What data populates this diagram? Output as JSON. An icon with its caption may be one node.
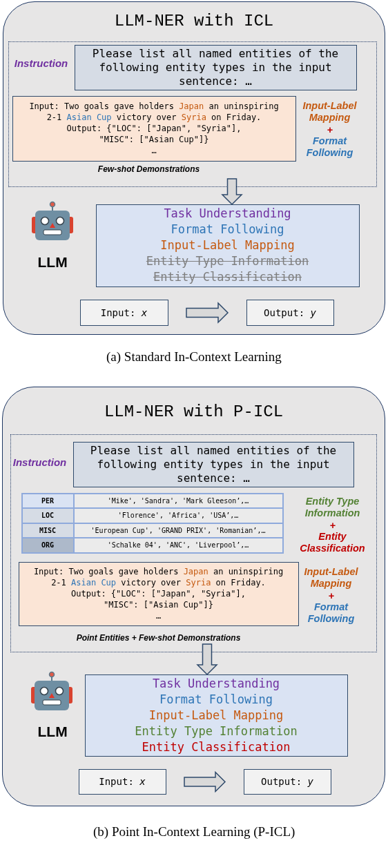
{
  "diagram": {
    "nodes": [
      {
        "text": [
          "LLM-NER with ICL"
        ]
      },
      {
        "text": [],
        "shape": "box",
        "in": 0
      },
      {
        "text": [
          "Please list all named entities of the following entity types in the input sentence: …"
        ],
        "beside": [
          "Instruction"
        ],
        "in": 1
      },
      {
        "text": [
          "Input: Two goals gave holders Japan an uninspiring 2-1 Asian Cup victory over Syria on Friday.",
          "Output: {\"LOC\": [\"Japan\", \"Syria\"],",
          "\"MISC\": [\"Asian Cup\"]}",
          "…"
        ],
        "beside": [
          "Few-shot Demonstrations"
        ],
        "in": 1
      },
      {
        "text": [
          "Task Understanding",
          "Format Following",
          "Input-Label Mapping",
          "Entity Type Information",
          "Entity Classification"
        ],
        "in": 0
      },
      {
        "text": [
          "Input: *x*"
        ],
        "in": 0
      },
      {
        "text": [
          "Output: *y*"
        ],
        "in": 0
      },
      {
        "text": [
          "LLM-NER with P-ICL"
        ]
      },
      {
        "text": [],
        "shape": "box",
        "in": 7
      },
      {
        "text": [
          "Please list all named entities of the following entity types in the input sentence: …"
        ],
        "beside": [
          "Instruction"
        ],
        "in": 8
      },
      {
        "text": [
          "PER",
          "'Mike', 'Sandra', 'Mark Gleeson’,…",
          "LOC",
          "'Florence', 'Africa', 'USA’,…",
          "MISC",
          "'European Cup', 'GRAND PRIX', 'Romanian’,…",
          "ORG",
          "'Schalke 04', 'ANC', 'Liverpool’,…"
        ],
        "in": 8
      },
      {
        "text": [
          "Input: Two goals gave holders Japan an uninspiring 2-1 Asian Cup victory over Syria on Friday.",
          "Output: {\"LOC\": [\"Japan\", \"Syria\"],",
          "\"MISC\": [\"Asian Cup\"]}",
          "…"
        ],
        "beside": [
          "Point Entities + Few-shot Demonstrations"
        ],
        "in": 8
      },
      {
        "text": [
          "Task Understanding",
          "Format Following",
          "Input-Label Mapping",
          "Entity Type Information",
          "Entity Classification"
        ],
        "in": 7
      },
      {
        "text": [
          "Input: *x*"
        ],
        "in": 7
      },
      {
        "text": [
          "Output: *y*"
        ],
        "in": 7
      }
    ],
    "edges": [
      {
        "from": 1,
        "to": 4,
        "arrow": "to"
      },
      {
        "from": 5,
        "to": 6,
        "arrow": "to"
      },
      {
        "from": 8,
        "to": 12,
        "arrow": "to"
      },
      {
        "from": 13,
        "to": 14,
        "arrow": "to"
      }
    ],
    "labels": [
      "Input-Label Mapping",
      "+",
      "Format Following",
      "LLM",
      "(a) Standard In-Context Learning",
      "Entity Type Information",
      "+",
      "Entity Classification",
      "Input-Label Mapping",
      "+",
      "Format Following",
      "LLM",
      "(b) Point In-Context Learning (P-ICL)"
    ]
  }
}
